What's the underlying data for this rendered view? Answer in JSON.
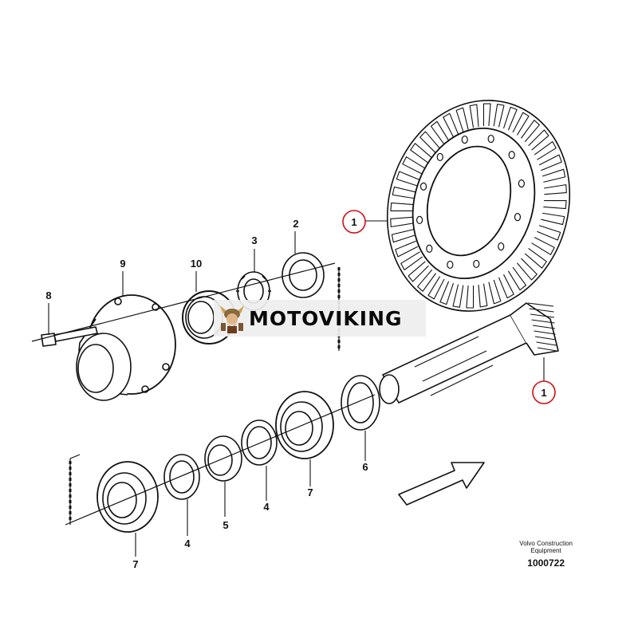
{
  "callouts": {
    "ring_gear": "1",
    "pinion": "1",
    "shim_2": "2",
    "nut_3": "3",
    "shim_4a": "4",
    "shim_4b": "4",
    "sleeve_5": "5",
    "shim_6": "6",
    "bearing_7a": "7",
    "bearing_7b": "7",
    "bolt_8": "8",
    "flange_9": "9",
    "seal_10": "10"
  },
  "caption": {
    "maker_line1": "Volvo Construction",
    "maker_line2": "Equipment",
    "code": "1000722"
  },
  "brand": {
    "wordmark": "MOTOVIKING"
  },
  "colors": {
    "line": "#111111",
    "highlight_circle": "#d01010"
  },
  "icons": {
    "direction": "arrow-right-up-icon",
    "logo": "viking-logo-icon"
  }
}
